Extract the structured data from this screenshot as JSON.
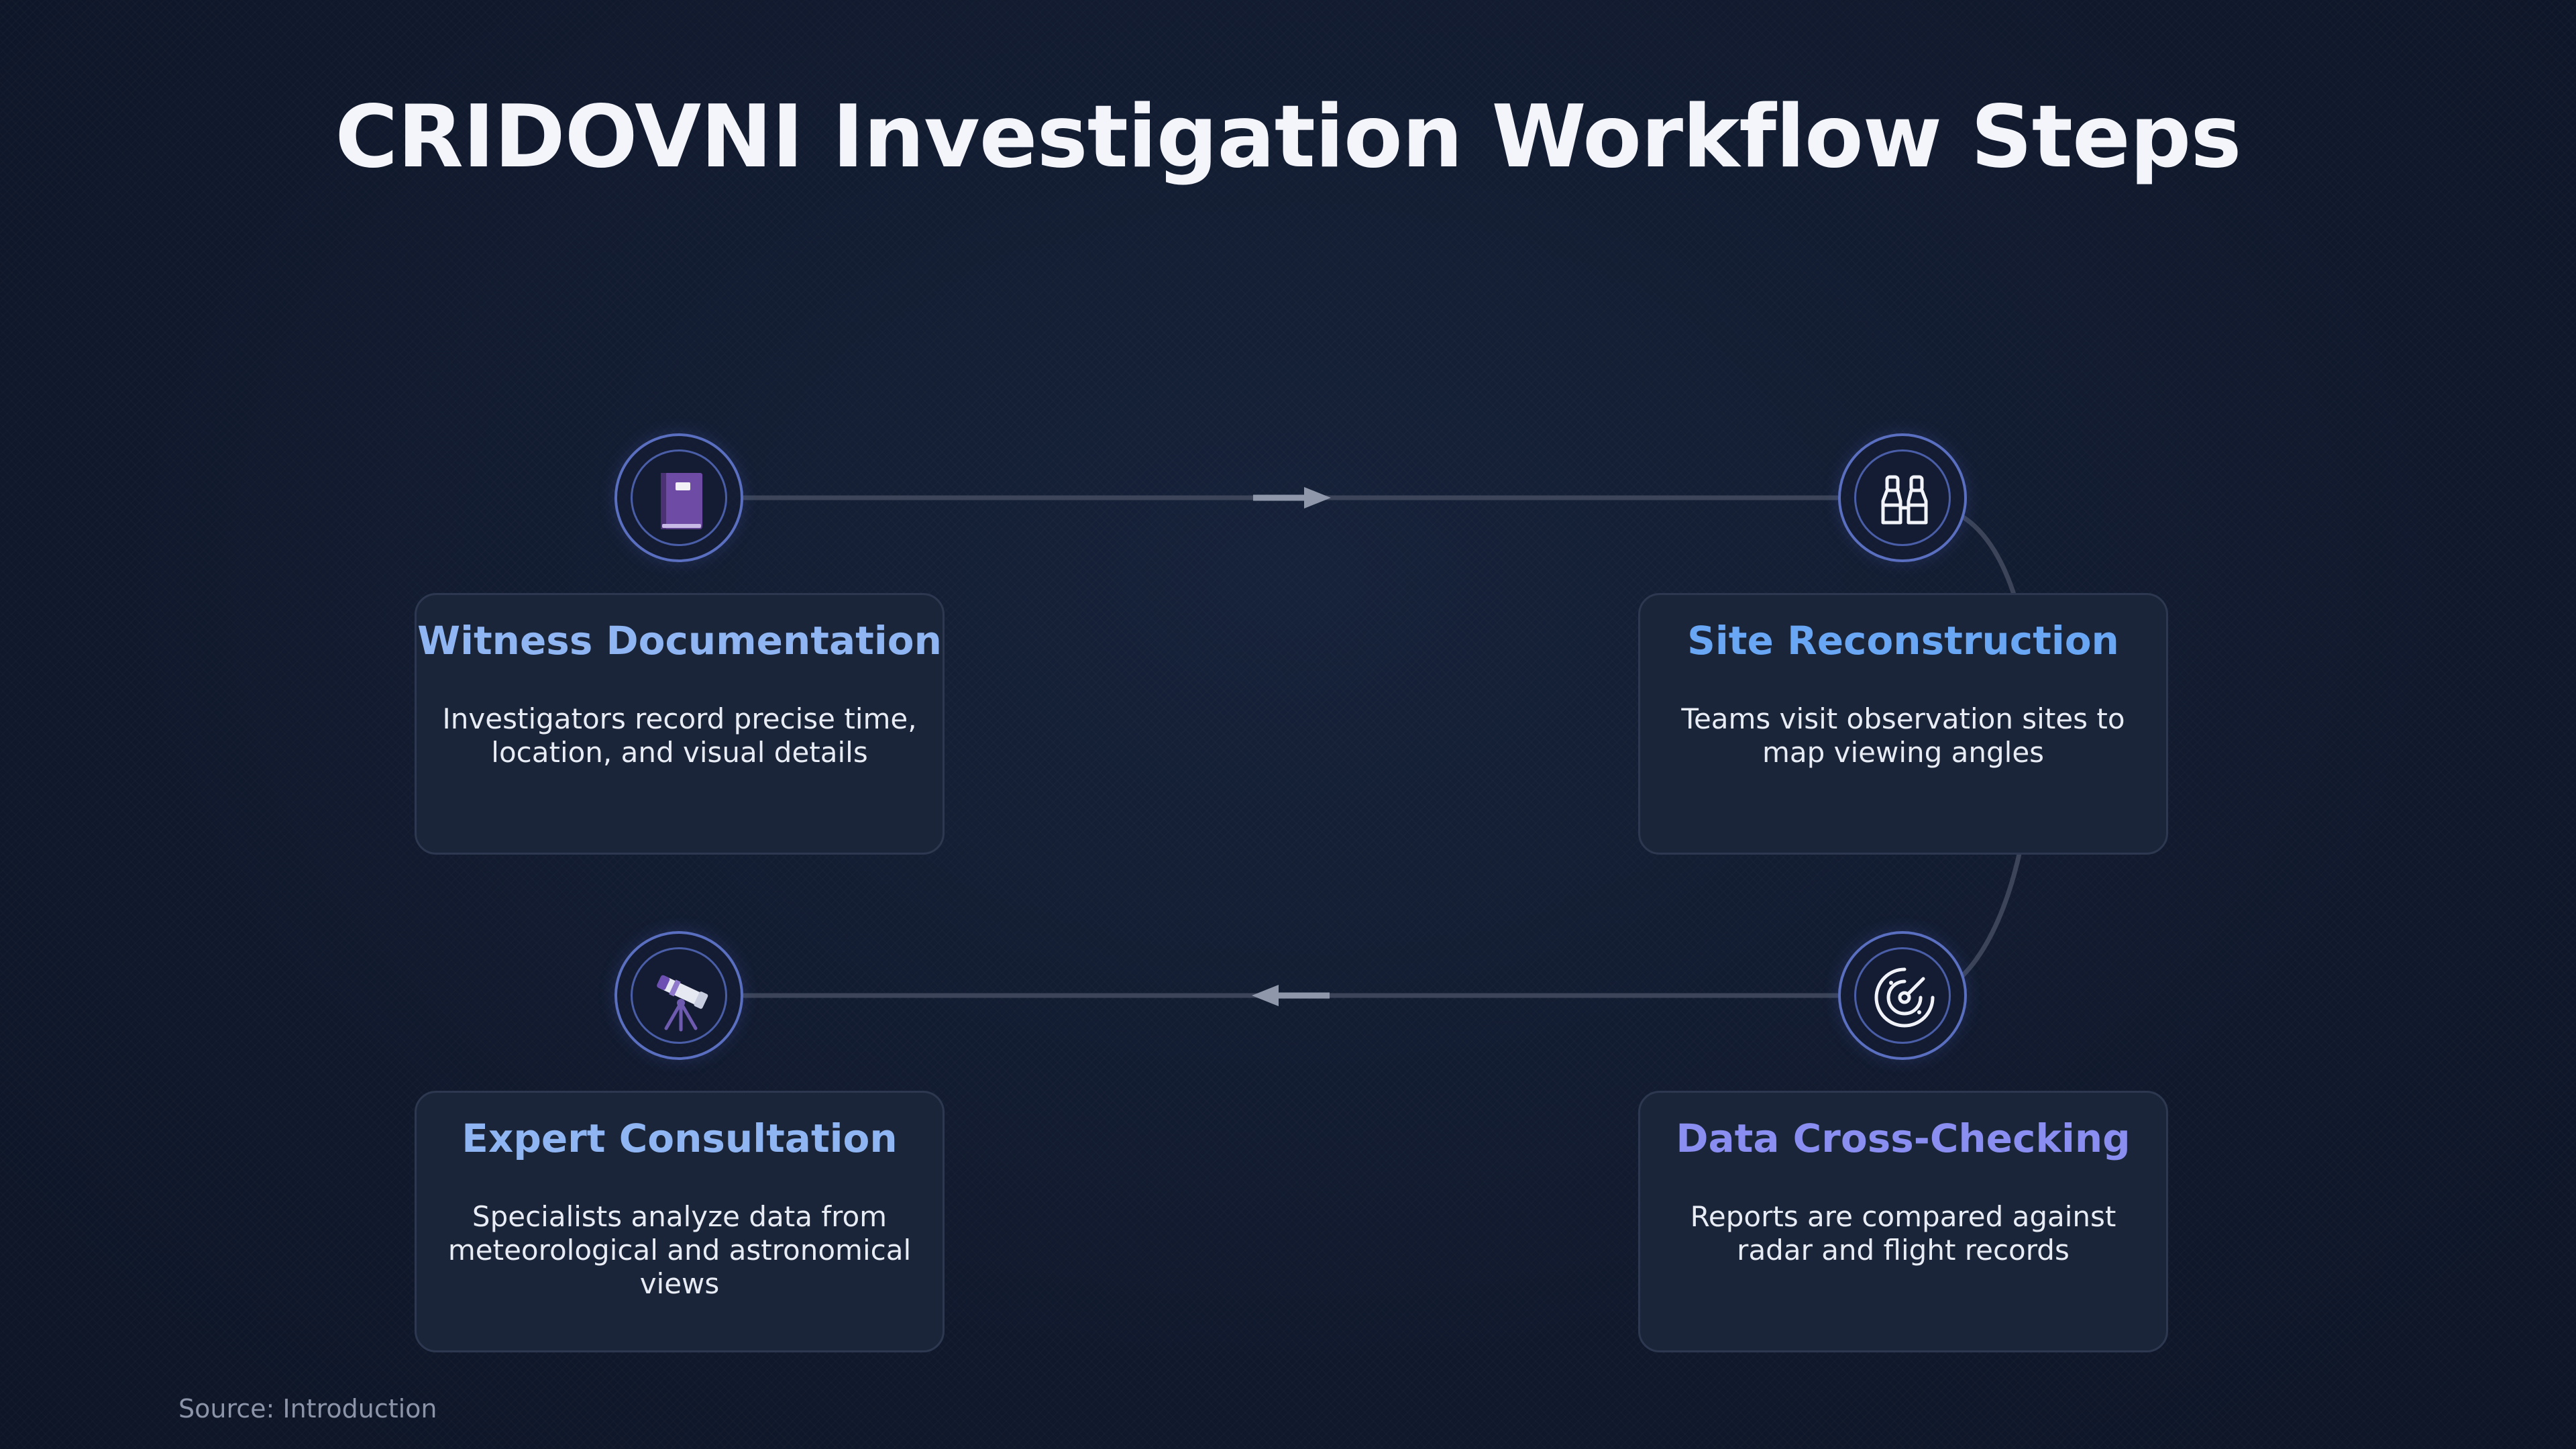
{
  "title": "CRIDOVNI Investigation Workflow Steps",
  "steps": [
    {
      "title": "Witness Documentation",
      "description": "Investigators record precise time, location, and visual details",
      "icon": "notebook-icon",
      "color": "#8fb6f3"
    },
    {
      "title": "Site Reconstruction",
      "description": "Teams visit observation sites to map viewing angles",
      "icon": "binoculars-icon",
      "color": "#69a7f5"
    },
    {
      "title": "Data Cross-Checking",
      "description": "Reports are compared against radar and flight records",
      "icon": "radar-icon",
      "color": "#8a8ef0"
    },
    {
      "title": "Expert Consultation",
      "description": "Specialists analyze data from meteorological and astronomical views",
      "icon": "telescope-icon",
      "color": "#8fb6f3"
    }
  ],
  "source": "Source: Introduction"
}
